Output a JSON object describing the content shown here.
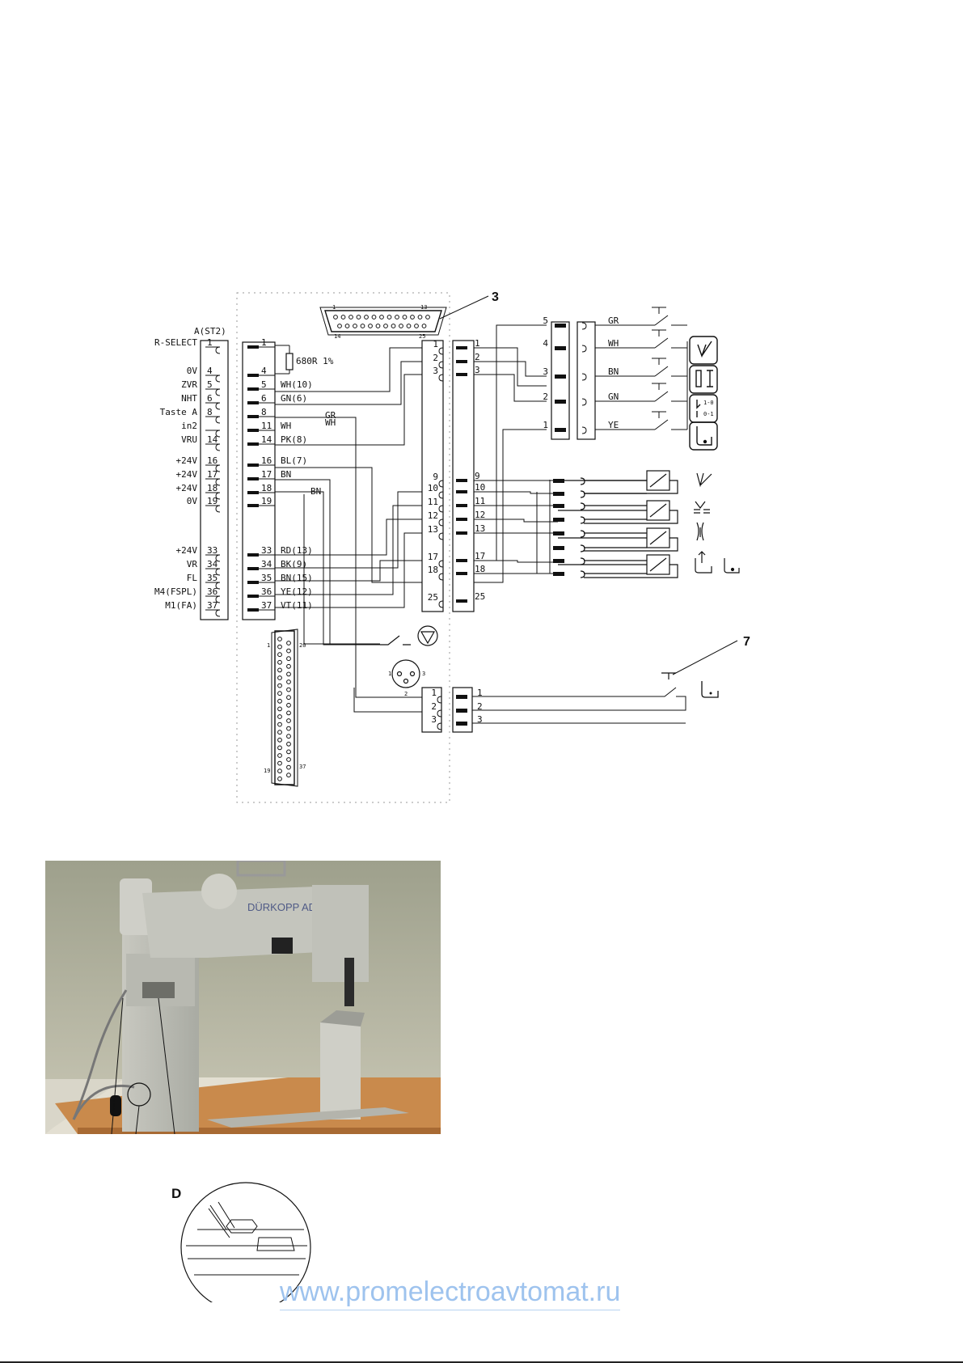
{
  "callouts": {
    "top_connector": "3",
    "switch": "7",
    "detail": "D"
  },
  "left_block": {
    "header": "A(ST2)",
    "rows": [
      {
        "signal": "R-SELECT",
        "pin": "1"
      },
      {
        "signal": "0V",
        "pin": "4"
      },
      {
        "signal": "ZVR",
        "pin": "5"
      },
      {
        "signal": "NHT",
        "pin": "6"
      },
      {
        "signal": "Taste A",
        "pin": "8"
      },
      {
        "signal": "in2",
        "pin": ""
      },
      {
        "signal": "VRU",
        "pin": "14"
      },
      {
        "signal": "+24V",
        "pin": "16"
      },
      {
        "signal": "+24V",
        "pin": "17"
      },
      {
        "signal": "+24V",
        "pin": "18"
      },
      {
        "signal": "0V",
        "pin": "19"
      },
      {
        "signal": "+24V",
        "pin": "33"
      },
      {
        "signal": "VR",
        "pin": "34"
      },
      {
        "signal": "FL",
        "pin": "35"
      },
      {
        "signal": "M4(FSPL)",
        "pin": "36"
      },
      {
        "signal": "M1(FA)",
        "pin": "37"
      }
    ]
  },
  "mid_block": {
    "rows": [
      {
        "pin": "1",
        "wire": ""
      },
      {
        "pin": "4",
        "wire": ""
      },
      {
        "pin": "5",
        "wire": "WH(10)"
      },
      {
        "pin": "6",
        "wire": "GN(6)"
      },
      {
        "pin": "8",
        "wire": ""
      },
      {
        "pin": "11",
        "wire": "WH"
      },
      {
        "pin": "14",
        "wire": "PK(8)"
      },
      {
        "pin": "16",
        "wire": "BL(7)"
      },
      {
        "pin": "17",
        "wire": "BN"
      },
      {
        "pin": "18",
        "wire": ""
      },
      {
        "pin": "19",
        "wire": ""
      },
      {
        "pin": "33",
        "wire": "RD(13)"
      },
      {
        "pin": "34",
        "wire": "BK(9)"
      },
      {
        "pin": "35",
        "wire": "BN(15)"
      },
      {
        "pin": "36",
        "wire": "YE(12)"
      },
      {
        "pin": "37",
        "wire": "VT(11)"
      }
    ],
    "resistor": "680R 1%",
    "extra_labels": [
      "GR",
      "WH",
      "BN"
    ]
  },
  "sub_d25": {
    "pin_top_left": "1",
    "pin_top_right": "13",
    "pin_bottom_left": "14",
    "pin_bottom_right": "25"
  },
  "sub_d37": {
    "pin_top_left": "1",
    "pin_top_right": "20",
    "pin_bottom_left": "19",
    "pin_bottom_right": "37"
  },
  "plug_pins": [
    "1",
    "2",
    "3"
  ],
  "plug3_label": "2",
  "center_left_block": [
    "1",
    "2",
    "3",
    "9",
    "10",
    "11",
    "12",
    "13",
    "17",
    "18",
    "25"
  ],
  "center_right_block": [
    "1",
    "2",
    "3",
    "9",
    "10",
    "11",
    "12",
    "13",
    "17",
    "18",
    "25"
  ],
  "switch_block": {
    "pins": [
      "5",
      "4",
      "3",
      "2",
      "1"
    ],
    "wires": [
      "GR",
      "WH",
      "BN",
      "GN",
      "YE"
    ]
  },
  "lower_block": {
    "left": [
      "1",
      "2",
      "3"
    ],
    "right": [
      "1",
      "2",
      "3"
    ]
  },
  "symbol_labels": [
    "1-0",
    "0-1"
  ],
  "photo_brand": "DÜRKOPP ADLER",
  "watermark": "www.promelectroavtomat.ru"
}
